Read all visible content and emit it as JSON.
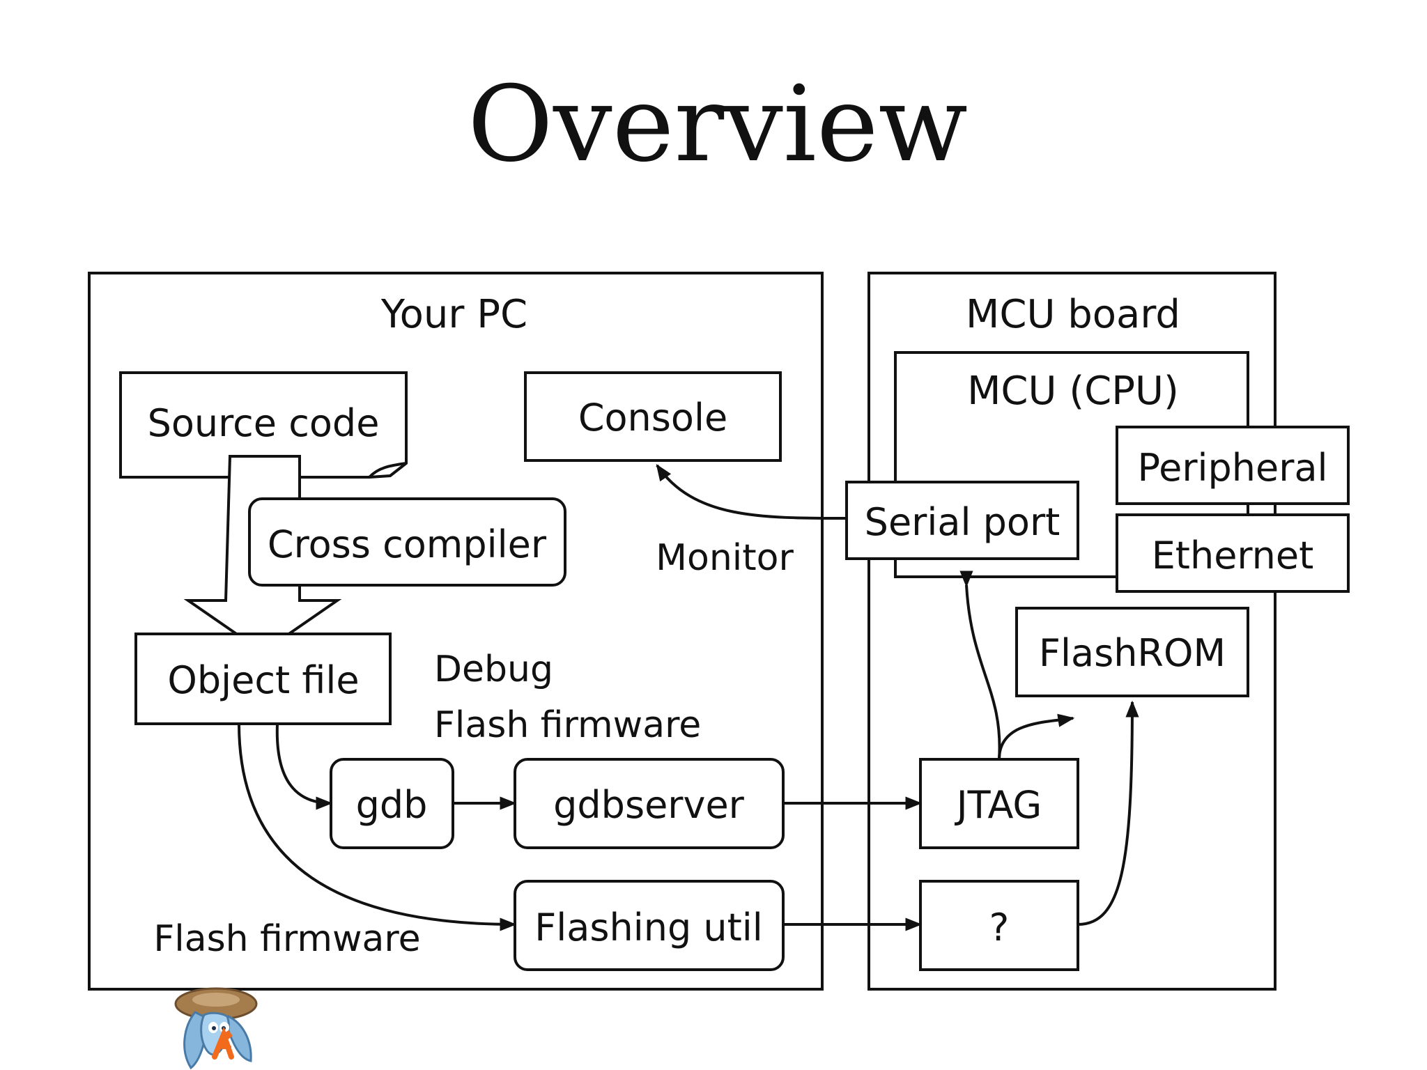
{
  "slide": {
    "title": "Overview"
  },
  "diagram": {
    "pc_group": "Your PC",
    "mcu_board_group": "MCU board",
    "mcu_cpu": "MCU (CPU)",
    "nodes": {
      "source_code": "Source code",
      "cross_compiler": "Cross compiler",
      "object_file": "Object file",
      "console": "Console",
      "gdb": "gdb",
      "gdbserver": "gdbserver",
      "flashing_util": "Flashing util",
      "serial_port": "Serial port",
      "peripheral": "Peripheral",
      "ethernet": "Ethernet",
      "flashrom": "FlashROM",
      "jtag": "JTAG",
      "unknown_adapter": "?"
    },
    "labels": {
      "monitor": "Monitor",
      "debug": "Debug",
      "flash_firmware_debug": "Flash firmware",
      "flash_firmware": "Flash firmware"
    }
  },
  "logo": {
    "icon": "mascot-logo-icon"
  }
}
